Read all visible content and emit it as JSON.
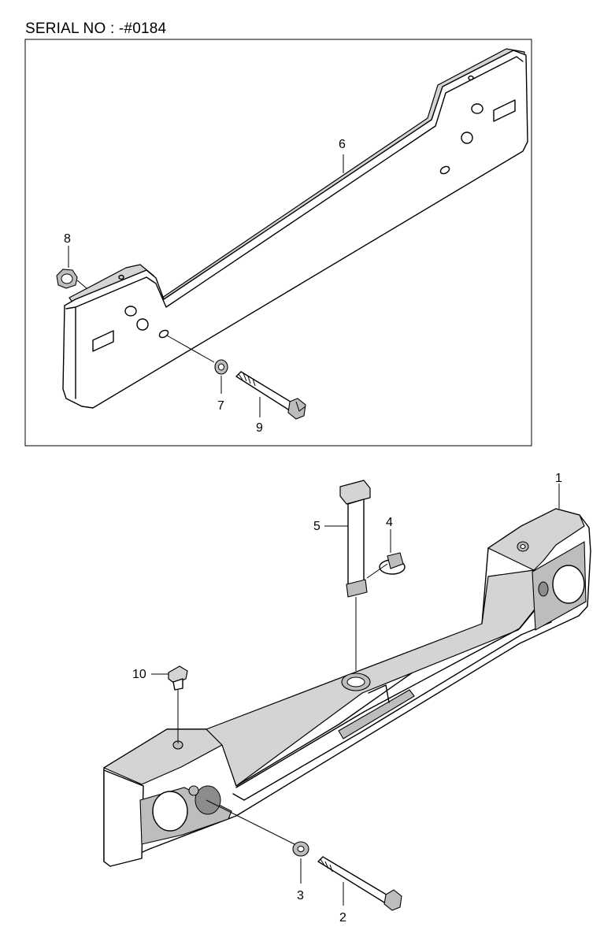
{
  "header": {
    "serial": "SERIAL NO : -#0184"
  },
  "callouts": {
    "c1": "1",
    "c2": "2",
    "c3": "3",
    "c4": "4",
    "c5": "5",
    "c6": "6",
    "c7": "7",
    "c8": "8",
    "c9": "9",
    "c10": "10"
  }
}
